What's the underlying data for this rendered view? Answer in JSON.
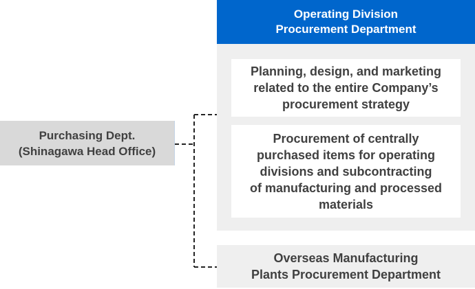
{
  "purchasing_dept": {
    "label": "Purchasing Dept.\n(Shinagawa Head Office)"
  },
  "operating_division": {
    "header": "Operating Division\nProcurement Department",
    "roles": [
      "Planning, design, and marketing\nrelated to the entire Company’s\nprocurement strategy",
      "Procurement of centrally\npurchased items for operating\ndivisions and subcontracting\nof manufacturing and processed\nmaterials"
    ]
  },
  "overseas": {
    "label": "Overseas Manufacturing\nPlants Procurement Department"
  },
  "colors": {
    "header_blue": "#0066cc",
    "box_gray": "#d9d9d9",
    "panel_gray": "#efefef",
    "text_dark": "#404040",
    "connector": "#222222"
  }
}
